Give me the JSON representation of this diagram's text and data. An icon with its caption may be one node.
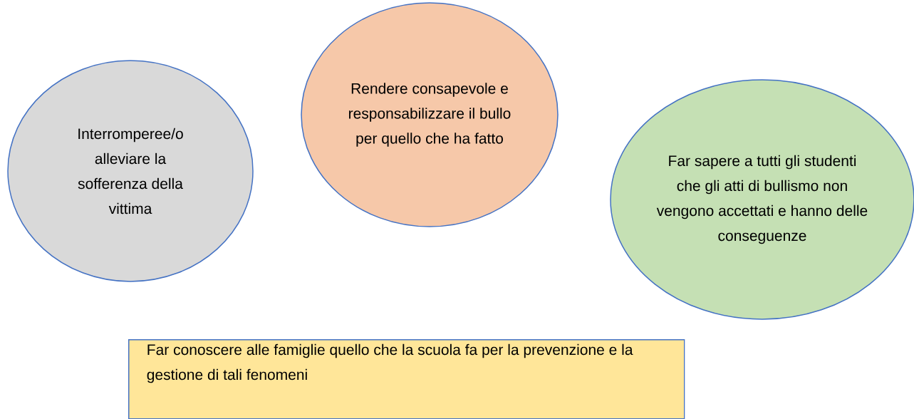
{
  "diagram": {
    "nodes": [
      {
        "text": [
          "Interromperee/o alleviare la sofferenza della vittima"
        ]
      },
      {
        "text": [
          "Rendere consapevole e responsabilizzare il bullo per quello che ha fatto"
        ]
      },
      {
        "text": [
          "Far sapere a tutti gli studenti che gli atti di bullismo non vengono accettati e hanno delle conseguenze"
        ]
      },
      {
        "text": [
          "Far conoscere alle famiglie quello che la scuola fa per la prevenzione e la gestione di tali fenomeni"
        ]
      }
    ]
  }
}
